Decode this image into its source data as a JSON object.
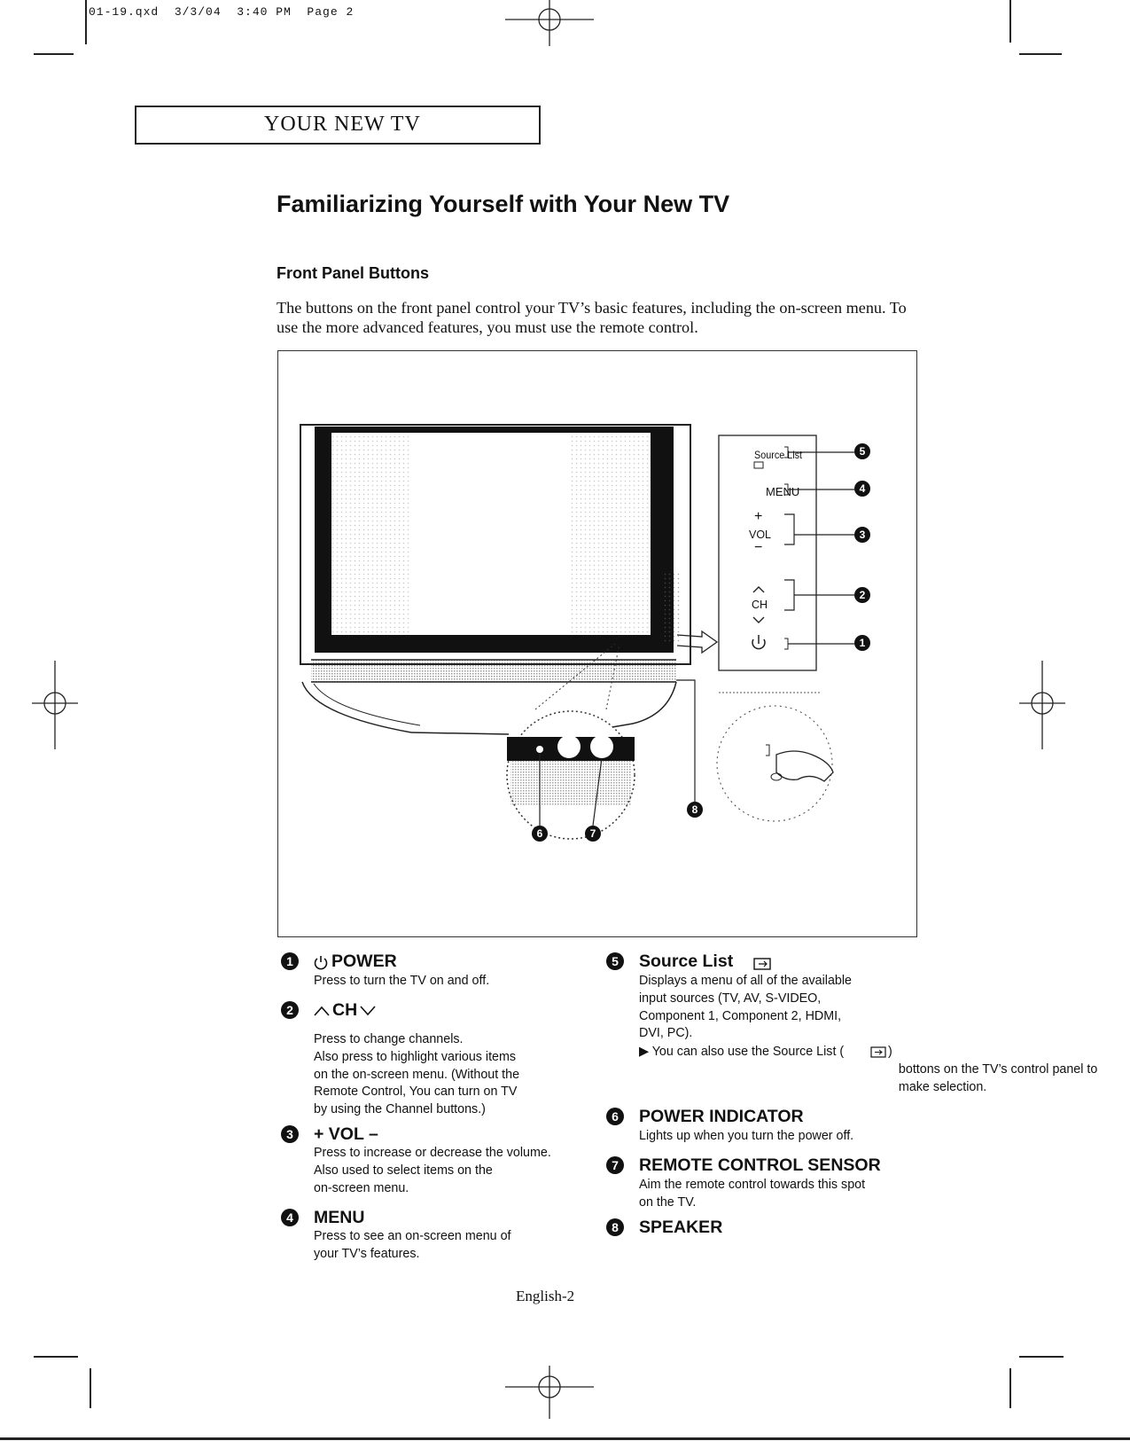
{
  "slug": "01-19.qxd  3/3/04  3:40 PM  Page 2",
  "section": "YOUR NEW TV",
  "title": "Familiarizing Yourself with Your New TV",
  "subtitle": "Front Panel Buttons",
  "intro": "The buttons on the front panel control your TV’s basic features, including the on-screen menu. To use the more advanced features, you must use the remote control.",
  "panel": {
    "source_list": "Source List",
    "menu": "MENU",
    "plus": "+",
    "vol": "VOL",
    "minus": "−",
    "ch": "CH"
  },
  "callouts": [
    "1",
    "2",
    "3",
    "4",
    "5",
    "6",
    "7",
    "8"
  ],
  "items": {
    "power": {
      "num": "1",
      "title": "POWER",
      "desc": "Press to turn the TV on and off."
    },
    "ch": {
      "num": "2",
      "title": "CH",
      "desc": "Press to change channels.\nAlso press to highlight various items\non the on-screen menu. (Without the\nRemote Control, You can turn on TV\nby using the Channel buttons.)"
    },
    "vol": {
      "num": "3",
      "title": "+ VOL –",
      "desc": "Press to increase or decrease the volume.\nAlso used to select items on the\non-screen menu."
    },
    "menu": {
      "num": "4",
      "title": "MENU",
      "desc": "Press to see an on-screen menu of\nyour TV’s features."
    },
    "source": {
      "num": "5",
      "title": "Source List",
      "desc": "Displays a menu of all of the available\ninput sources (TV, AV, S-VIDEO,\nComponent 1, Component 2, HDMI,\nDVI, PC).",
      "note_a": "▶ You can also use the Source List (",
      "note_b": ")\n   bottons on the TV’s control panel to\n   make selection."
    },
    "indicator": {
      "num": "6",
      "title": "POWER INDICATOR",
      "desc": "Lights up when you turn the power off."
    },
    "sensor": {
      "num": "7",
      "title": "REMOTE CONTROL SENSOR",
      "desc": "Aim the remote control towards this spot\non the TV."
    },
    "speaker": {
      "num": "8",
      "title": "SPEAKER"
    }
  },
  "footer": "English-2"
}
